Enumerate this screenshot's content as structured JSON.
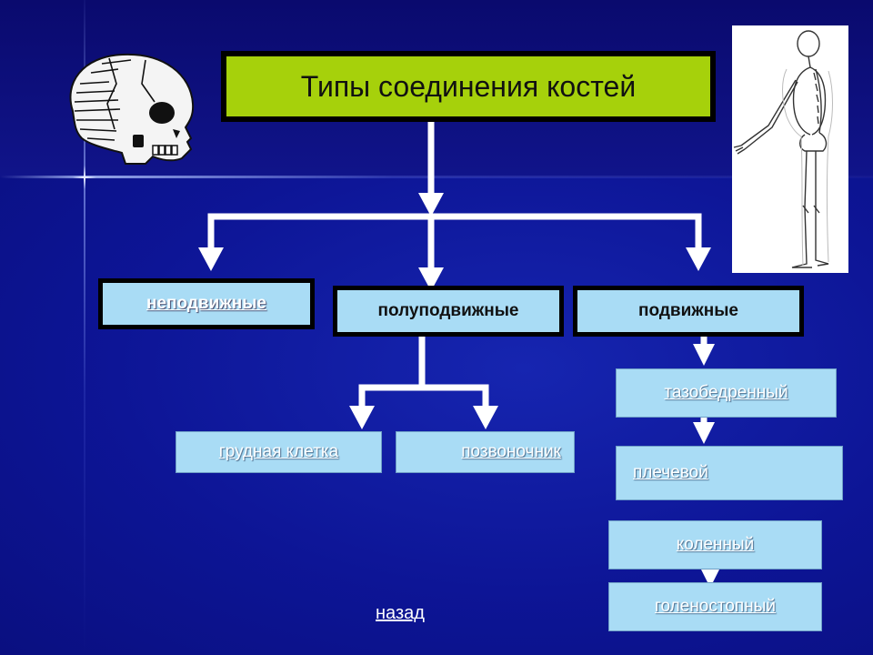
{
  "title": "Типы соединения костей",
  "categories": {
    "fixed": "неподвижные",
    "semi_movable": "полуподвижные",
    "movable": "подвижные"
  },
  "semi_movable_items": [
    "грудная клетка",
    "позвоночник"
  ],
  "movable_items": [
    "тазобедренный",
    "плечевой",
    "коленный",
    "голеностопный"
  ],
  "back_link": "назад",
  "colors": {
    "background": "#0a0f85",
    "title_fill": "#a6d10b",
    "box_fill": "#a9dcf5",
    "connector": "#ffffff"
  },
  "icons": [
    "skull-icon",
    "skeleton-icon"
  ]
}
